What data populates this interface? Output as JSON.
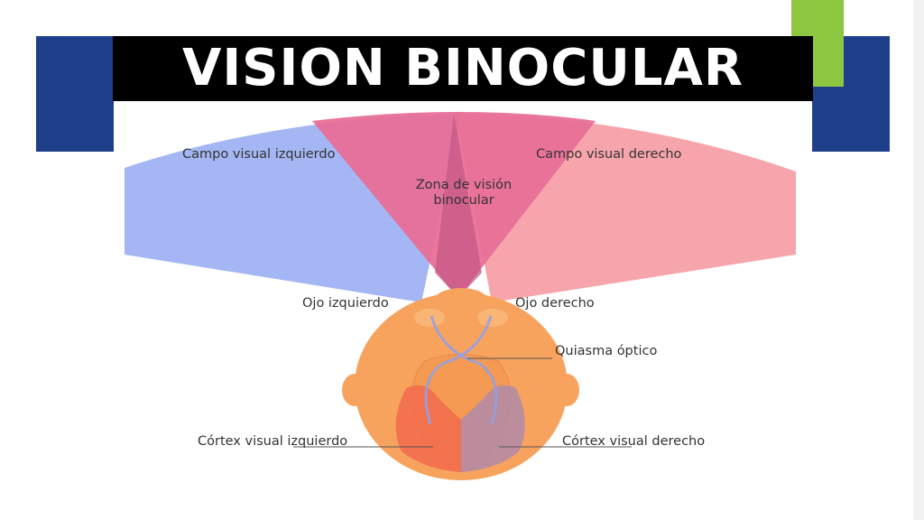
{
  "slide": {
    "title": "VISION BINOCULAR",
    "colors": {
      "navy": "#1f3f8a",
      "green": "#8dc63f",
      "title_band": "#000000",
      "left_field": "#9fb2f2",
      "right_field": "#f7a0a8",
      "binocular_zone": "#e86f98",
      "head": "#f7a35e"
    }
  },
  "diagram": {
    "left_field_label": "Campo visual izquierdo",
    "right_field_label": "Campo visual derecho",
    "binocular_zone_line1": "Zona de visión",
    "binocular_zone_line2": "binocular",
    "left_eye_label": "Ojo izquierdo",
    "right_eye_label": "Ojo derecho",
    "chiasm_label": "Quiasma óptico",
    "left_cortex_label": "Córtex visual izquierdo",
    "right_cortex_label": "Córtex visual derecho"
  }
}
